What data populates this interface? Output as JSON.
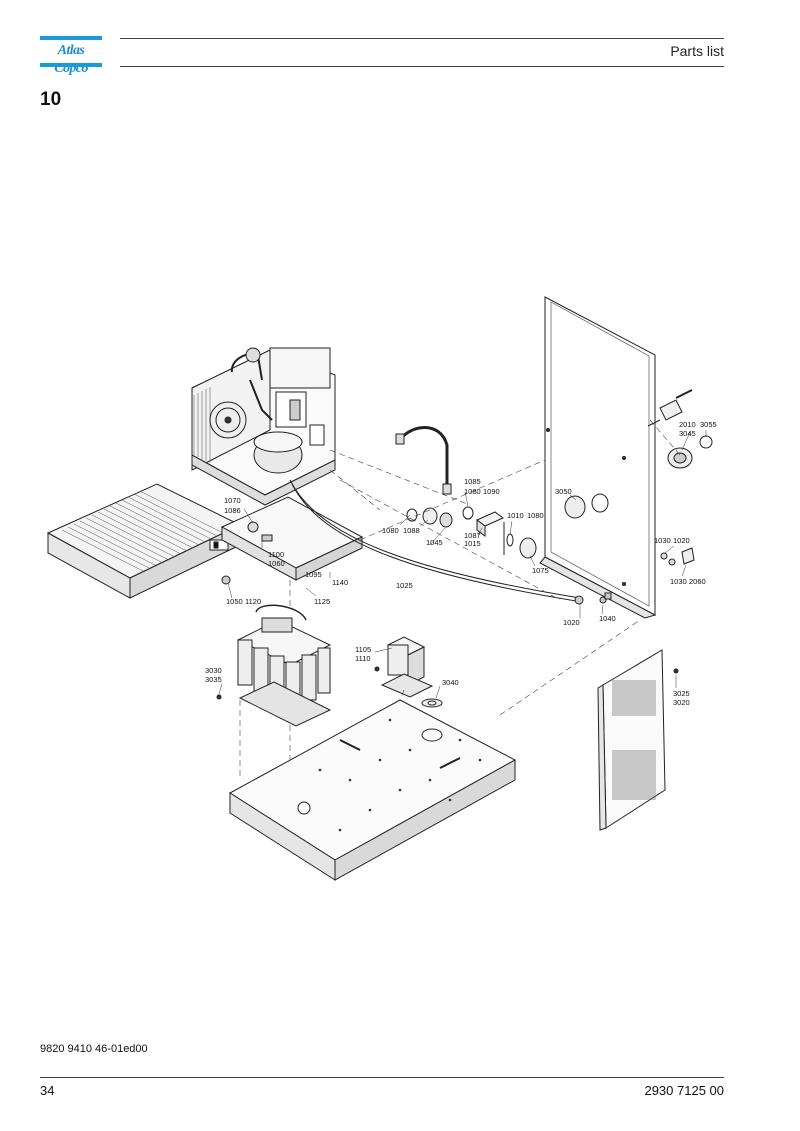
{
  "header": {
    "brand": "Atlas Copco",
    "title": "Parts list"
  },
  "section": "10",
  "callouts": [
    {
      "id": "c1070",
      "text": "1070"
    },
    {
      "id": "c1086",
      "text": "1086"
    },
    {
      "id": "c1100",
      "text": "1100"
    },
    {
      "id": "c1060",
      "text": "1060"
    },
    {
      "id": "c1095",
      "text": "1095"
    },
    {
      "id": "c1140",
      "text": "1140"
    },
    {
      "id": "c1050",
      "text": "1050"
    },
    {
      "id": "c1120",
      "text": "1120"
    },
    {
      "id": "c1125",
      "text": "1125"
    },
    {
      "id": "c1085",
      "text": "1085"
    },
    {
      "id": "c1080a",
      "text": "1080"
    },
    {
      "id": "c1090",
      "text": "1090"
    },
    {
      "id": "c1080b",
      "text": "1080"
    },
    {
      "id": "c1088",
      "text": "1088"
    },
    {
      "id": "c1087",
      "text": "1087"
    },
    {
      "id": "c1015",
      "text": "1015"
    },
    {
      "id": "c1045",
      "text": "1045"
    },
    {
      "id": "c1010",
      "text": "1010"
    },
    {
      "id": "c1080c",
      "text": "1080"
    },
    {
      "id": "c1075",
      "text": "1075"
    },
    {
      "id": "c1025",
      "text": "1025"
    },
    {
      "id": "c1020a",
      "text": "1020"
    },
    {
      "id": "c1040",
      "text": "1040"
    },
    {
      "id": "c3050",
      "text": "3050"
    },
    {
      "id": "c2010",
      "text": "2010"
    },
    {
      "id": "c3045",
      "text": "3045"
    },
    {
      "id": "c3055",
      "text": "3055"
    },
    {
      "id": "c1030a",
      "text": "1030"
    },
    {
      "id": "c1020b",
      "text": "1020"
    },
    {
      "id": "c1030b",
      "text": "1030"
    },
    {
      "id": "c2060",
      "text": "2060"
    },
    {
      "id": "c1105",
      "text": "1105"
    },
    {
      "id": "c1110",
      "text": "1110"
    },
    {
      "id": "c3040",
      "text": "3040"
    },
    {
      "id": "c3030",
      "text": "3030"
    },
    {
      "id": "c3035",
      "text": "3035"
    },
    {
      "id": "c3025",
      "text": "3025"
    },
    {
      "id": "c3020",
      "text": "3020"
    }
  ],
  "footer": {
    "doc_ref": "9820 9410 46-01ed00",
    "page_number": "34",
    "part_number": "2930 7125 00"
  }
}
